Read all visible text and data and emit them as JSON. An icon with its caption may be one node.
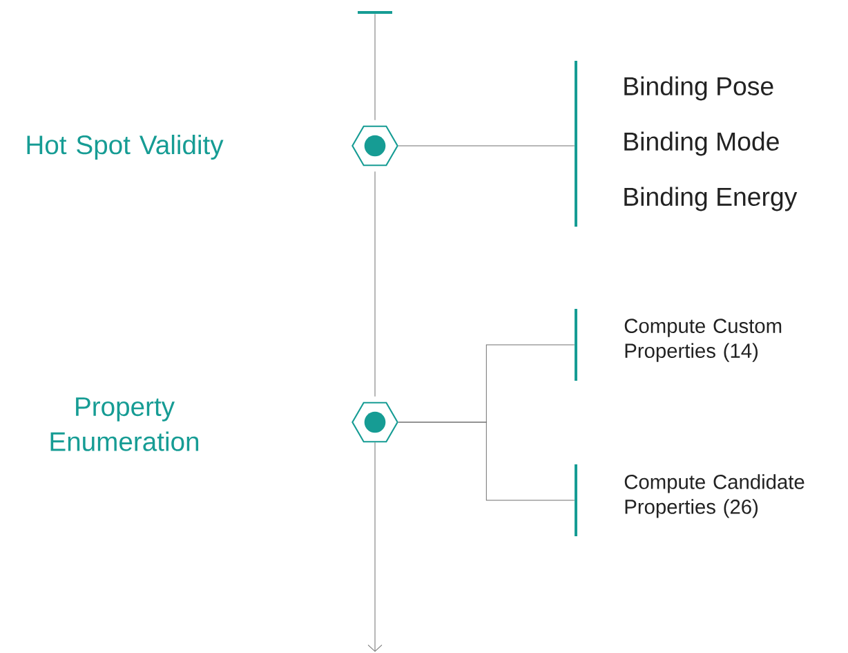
{
  "diagram": {
    "nodes": [
      {
        "text": [],
        "shape": "bar"
      },
      {
        "text": [],
        "shape": "hexagon"
      },
      {
        "text": [],
        "shape": "hexagon"
      },
      {
        "text": [
          "Binding Pose",
          "Binding Mode",
          "Binding Energy"
        ]
      },
      {
        "text": [
          "Compute Custom Properties (14)"
        ]
      },
      {
        "text": [
          "Compute Candidate Properties (26)"
        ]
      }
    ],
    "edges": [
      {
        "from": 0,
        "to": 1,
        "arrow": "none"
      },
      {
        "from": 1,
        "to": 2,
        "arrow": "none"
      },
      {
        "from": 2,
        "to": null,
        "arrow": "to"
      },
      {
        "from": 1,
        "to": 3,
        "arrow": "none"
      },
      {
        "from": 2,
        "to": 4,
        "arrow": "none"
      },
      {
        "from": 2,
        "to": 5,
        "arrow": "none"
      }
    ],
    "labels": [
      "Hot Spot Validity",
      "Property Enumeration"
    ]
  }
}
